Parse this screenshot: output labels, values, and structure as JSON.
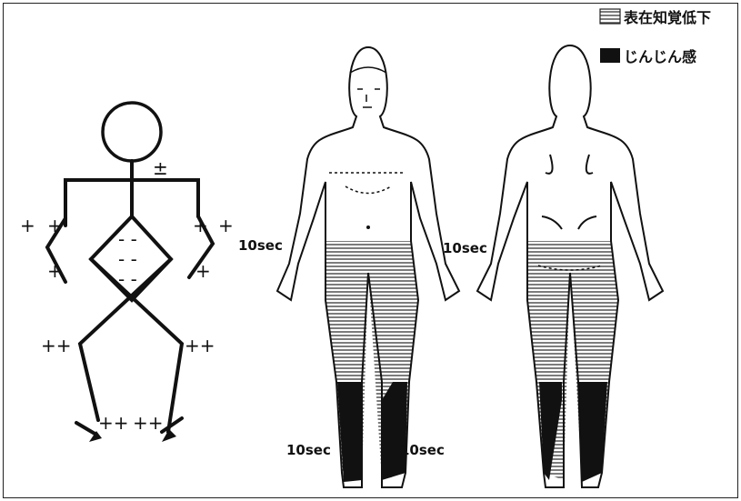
{
  "legend": {
    "items": [
      {
        "label": "表在知覚低下",
        "pattern": "horizontal-stripes",
        "color": "#1a1a1a"
      },
      {
        "label": "じんじん感",
        "pattern": "solid",
        "color": "#111111"
      }
    ]
  },
  "reflex_figure": {
    "left_biceps": "+",
    "left_biceps_inner": "+",
    "right_biceps": "+",
    "right_biceps_inner": "+",
    "left_brachioradialis": "+",
    "right_brachioradialis": "+",
    "shoulder": "±",
    "abdominal": [
      "- -",
      "- -",
      "- -"
    ],
    "left_knee": "++",
    "right_knee": "++",
    "left_ankle": "++",
    "right_ankle": "++"
  },
  "body_map": {
    "front_thigh_left_label": "10sec",
    "front_thigh_right_label": "10sec",
    "front_leg_left_label": "10sec",
    "front_leg_right_label": "10sec"
  }
}
